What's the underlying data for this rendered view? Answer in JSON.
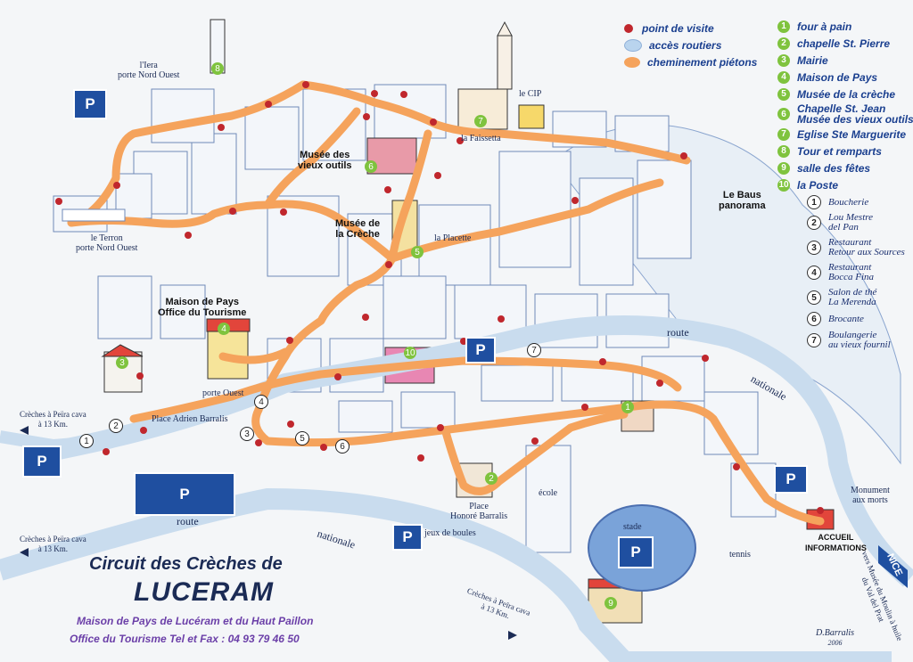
{
  "title": {
    "line1": "Circuit des Crèches de",
    "line2": "LUCERAM"
  },
  "subtitle": {
    "line1": "Maison de Pays de Lucéram et du Haut Paillon",
    "line2": "Office du Tourisme   Tel et Fax : 04 93 79 46 50"
  },
  "legend": {
    "point_label": "point de visite",
    "access_label": "accès routiers",
    "path_label": "cheminement piétons",
    "colors": {
      "point": "#c0272d",
      "access": "#b9d4ee",
      "path": "#f5a35c",
      "green": "#7fc33e",
      "parking": "#1f4fa0"
    }
  },
  "sites": [
    {
      "num": "1",
      "label": "four à pain"
    },
    {
      "num": "2",
      "label": "chapelle St. Pierre"
    },
    {
      "num": "3",
      "label": "Mairie"
    },
    {
      "num": "4",
      "label": "Maison de Pays"
    },
    {
      "num": "5",
      "label": "Musée de la crèche"
    },
    {
      "num": "6",
      "label": "Chapelle St. Jean",
      "label2": "Musée des vieux outils"
    },
    {
      "num": "7",
      "label": "Eglise Ste Marguerite"
    },
    {
      "num": "8",
      "label": "Tour et remparts"
    },
    {
      "num": "9",
      "label": "salle des fêtes"
    },
    {
      "num": "10",
      "label": "la Poste"
    }
  ],
  "services": [
    {
      "num": "1",
      "label": "Boucherie"
    },
    {
      "num": "2",
      "label": "Lou Mestre",
      "label2": "del Pan"
    },
    {
      "num": "3",
      "label": "Restaurant",
      "label2": "Retour aux Sources"
    },
    {
      "num": "4",
      "label": "Restaurant",
      "label2": "Bocca Fina"
    },
    {
      "num": "5",
      "label": "Salon de thé",
      "label2": "La Merenda"
    },
    {
      "num": "6",
      "label": "Brocante"
    },
    {
      "num": "7",
      "label": "Boulangerie",
      "label2": "au vieux fournil"
    }
  ],
  "map_labels": {
    "iera": "l'Iera",
    "iera2": "porte Nord Ouest",
    "cip": "le CIP",
    "faissetta": "la Faissetta",
    "musee_outils": "Musée des",
    "musee_outils2": "vieux outils",
    "baus": "Le Baus",
    "baus2": "panorama",
    "musee_creche": "Musée de",
    "musee_creche2": "la Crèche",
    "placette": "la Placette",
    "terron": "le Terron",
    "terron2": "porte Nord Ouest",
    "maison_pays": "Maison de Pays",
    "maison_pays2": "Office du Tourisme",
    "porte_ouest": "porte Ouest",
    "place_adrien": "Place Adrien Barralis",
    "route_nationale_top": "route",
    "route_nationale_top2": "nationale",
    "creches_peira_left": "Crèches à Peïra cava",
    "creches_peira_left2": "à 13 Km.",
    "creches_peira_left3": "Crèches à Peïra cava",
    "creches_peira_left4": "à 13 Km.",
    "route_left": "route",
    "nationale_left": "nationale",
    "ecole": "école",
    "place_honore": "Place",
    "place_honore2": "Honoré Barralis",
    "jeux_boules": "jeux de boules",
    "stade": "stade",
    "tennis": "tennis",
    "monument": "Monument",
    "monument2": "aux morts",
    "accueil": "ACCUEIL",
    "accueil2": "INFORMATIONS",
    "nice": "NICE",
    "vers_musee": "vers Musée du Moulin à huile",
    "vers_musee2": "du Val del Prat",
    "creches_peira_bottom": "Crèches à Peïra cava",
    "creches_peira_bottom2": "à 13 Km.",
    "signature": "D.Barralis",
    "year": "2006"
  },
  "parking_label": "P"
}
